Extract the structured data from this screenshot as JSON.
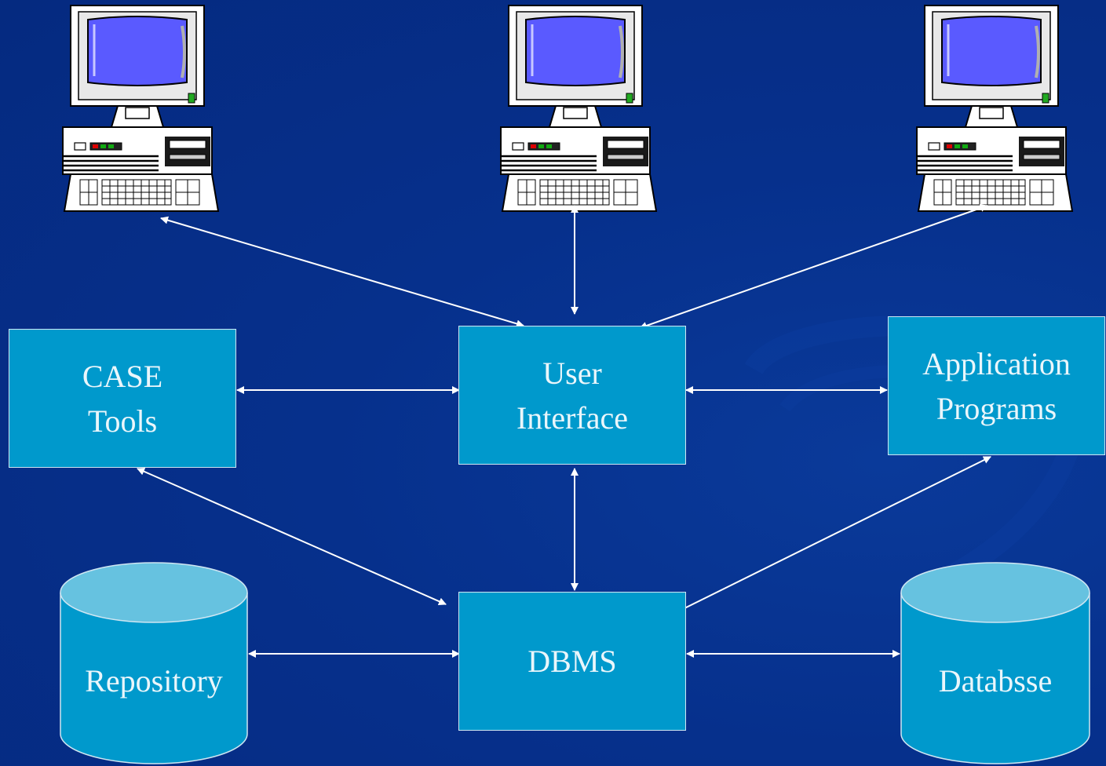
{
  "nodes": {
    "case_tools": {
      "line1": "CASE",
      "line2": "Tools"
    },
    "user_interface": {
      "line1": "User",
      "line2": "Interface"
    },
    "application_programs": {
      "line1": "Application",
      "line2": "Programs"
    },
    "dbms": {
      "label": "DBMS"
    },
    "repository": {
      "label": "Repository"
    },
    "database": {
      "label": "Databsse"
    }
  },
  "colors": {
    "background": "#06308c",
    "box_fill": "#0099cc",
    "cylinder_top": "#66c2e0",
    "connector": "#ffffff",
    "monitor_screen": "#5a5aff"
  },
  "icons": [
    "computer-icon",
    "computer-icon",
    "computer-icon",
    "database-cylinder-icon",
    "database-cylinder-icon"
  ]
}
